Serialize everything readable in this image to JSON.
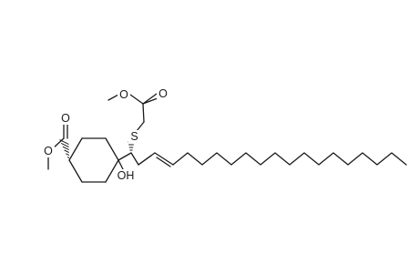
{
  "atoms": {
    "ester_left_carbonyl_o": "O",
    "ester_left_ether_o": "O",
    "ester_top_carbonyl_o": "O",
    "ester_top_ether_o": "O",
    "sulfur": "S",
    "hydroxyl": "OH"
  }
}
